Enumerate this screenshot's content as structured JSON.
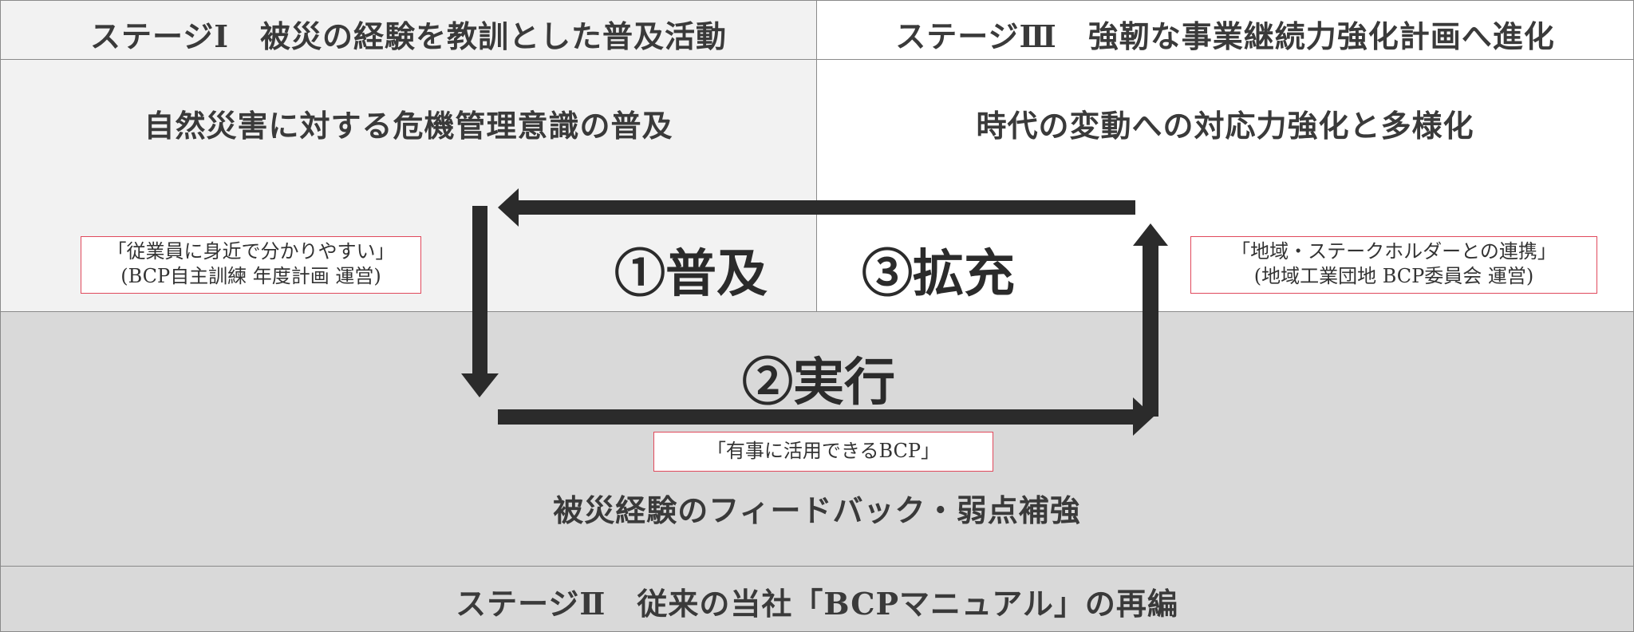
{
  "stage1": {
    "header": "ステージⅠ　被災の経験を教訓とした普及活動",
    "subtitle": "自然災害に対する危機管理意識の普及",
    "note_line1": "「従業員に身近で分かりやすい」",
    "note_line2": "(BCP自主訓練 年度計画 運営)"
  },
  "stage3": {
    "header": "ステージⅢ　強靭な事業継続力強化計画へ進化",
    "subtitle": "時代の変動への対応力強化と多様化",
    "note_line1": "「地域・ステークホルダーとの連携」",
    "note_line2": "(地域工業団地 BCP委員会 運営)"
  },
  "stage2": {
    "header": "ステージⅡ　従来の当社「BCPマニュアル」の再編",
    "subtitle": "被災経験のフィードバック・弱点補強",
    "note": "「有事に活用できるBCP」"
  },
  "steps": {
    "step1": "①普及",
    "step2": "②実行",
    "step3": "③拡充"
  },
  "colors": {
    "arrow": "#2b2b2b",
    "note_border": "#e0495c",
    "panel_light": "#f2f2f2",
    "panel_gray": "#d9d9d9"
  }
}
